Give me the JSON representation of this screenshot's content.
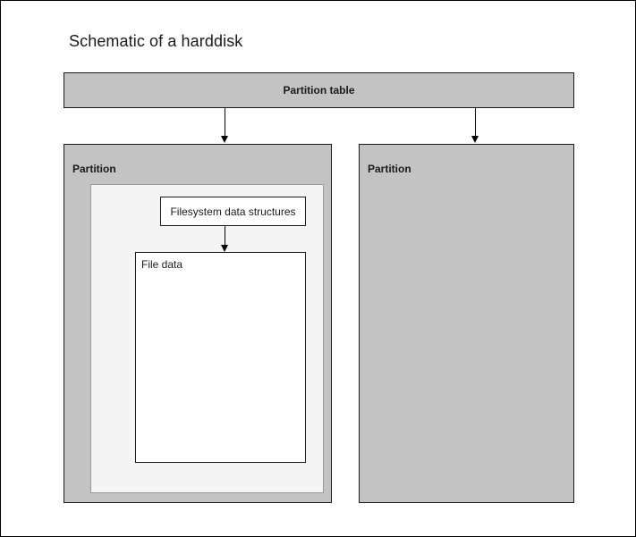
{
  "diagram": {
    "title": "Schematic of a harddisk",
    "type": "block-diagram",
    "colors": {
      "canvas_background": "#ffffff",
      "page_border": "#000000",
      "gray_fill": "#c3c3c3",
      "light_fill": "#f4f4f4",
      "white_fill": "#ffffff",
      "stroke": "#1a1a1a",
      "inner_stroke": "#9a9a9a",
      "text": "#1a1a1a"
    },
    "nodes": {
      "partition_table": {
        "label": "Partition table",
        "fill": "#c3c3c3",
        "text_align": "center",
        "bold": true
      },
      "partition_left": {
        "label": "Partition",
        "fill": "#c3c3c3",
        "text_align": "left",
        "bold": true
      },
      "partition_right": {
        "label": "Partition",
        "fill": "#c3c3c3",
        "text_align": "left",
        "bold": true
      },
      "filesystem_container": {
        "label": "",
        "fill": "#f4f4f4"
      },
      "filesystem_data_structures": {
        "label": "Filesystem data structures",
        "fill": "#ffffff",
        "text_align": "center",
        "bold": false
      },
      "file_data": {
        "label": "File data",
        "fill": "#ffffff",
        "text_align": "left",
        "bold": false
      }
    },
    "edges": [
      {
        "name": "partition-table-to-left-partition",
        "from": "partition_table",
        "to": "partition_left",
        "direction": "down",
        "arrowhead": "filled-triangle"
      },
      {
        "name": "partition-table-to-right-partition",
        "from": "partition_table",
        "to": "partition_right",
        "direction": "down",
        "arrowhead": "filled-triangle"
      },
      {
        "name": "filesystem-data-structures-to-file-data",
        "from": "filesystem_data_structures",
        "to": "file_data",
        "direction": "down",
        "arrowhead": "filled-triangle"
      }
    ]
  }
}
